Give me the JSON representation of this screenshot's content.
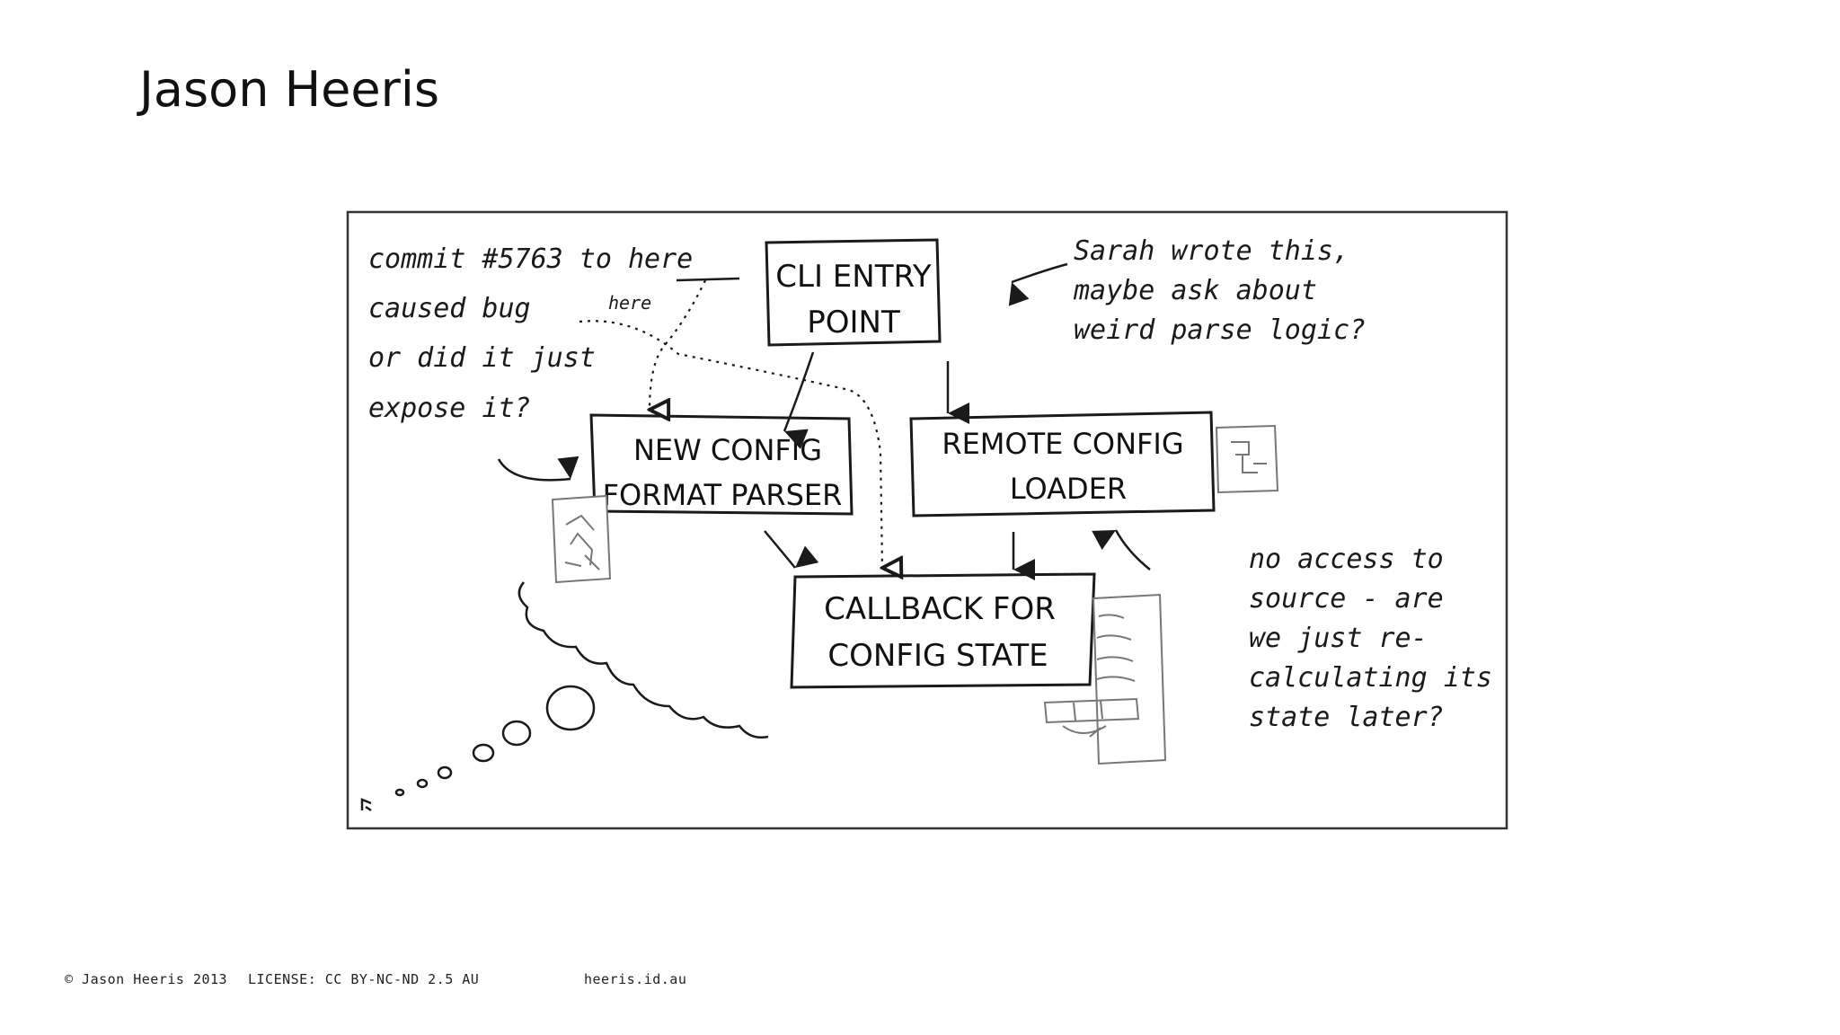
{
  "slide": {
    "title": "Jason Heeris"
  },
  "diagram": {
    "boxes": {
      "cli": [
        "CLI ENTRY",
        "POINT"
      ],
      "parser": [
        "NEW CONFIG",
        "FORMAT PARSER"
      ],
      "remote": [
        "REMOTE CONFIG",
        "LOADER"
      ],
      "callback": [
        "CALLBACK FOR",
        "CONFIG STATE"
      ]
    },
    "notes": {
      "commit": [
        "commit #5763 to here",
        "caused bug",
        "or did it just",
        "expose it?"
      ],
      "here_small": "here",
      "sarah": [
        "Sarah wrote this,",
        "maybe ask about",
        "weird parse logic?"
      ],
      "access": [
        "no access to",
        "source - are",
        "we just re-",
        "calculating its",
        "state later?"
      ]
    },
    "colors": {
      "ink": "#1a1a1a",
      "frame": "#333333",
      "sketch": "#777777"
    }
  },
  "footer": {
    "copyright": "© Jason Heeris 2013",
    "license": "LICENSE: CC BY-NC-ND 2.5 AU",
    "site": "heeris.id.au"
  }
}
